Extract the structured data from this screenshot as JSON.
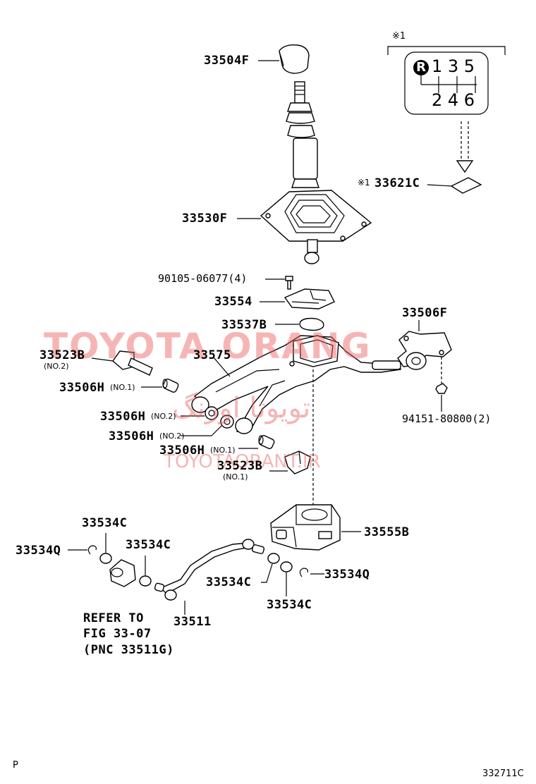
{
  "watermark": {
    "brand": "TOYOTA ORANG",
    "arabic": "تويوتا اورنگ",
    "site": "TOYOTAORANT.IR",
    "color": "#eb5a5a"
  },
  "shift_pattern": {
    "note_mark": "※1",
    "reverse": "R",
    "top_gears": "1 3 5",
    "bottom_gears": "2 4 6"
  },
  "parts": {
    "p33504F": "33504F",
    "p33530F": "33530F",
    "p33621C": "33621C",
    "p33621C_mark": "※1",
    "p90105": "90105-06077(4)",
    "p33554": "33554",
    "p33537B": "33537B",
    "p33506F": "33506F",
    "p33523B_a": "33523B",
    "p33523B_a_note": "(NO.2)",
    "p33575": "33575",
    "p33506H_a": "33506H",
    "p33506H_a_note": "(NO.1)",
    "p33506H_b": "33506H",
    "p33506H_b_note": "(NO.2)",
    "p33506H_c": "33506H",
    "p33506H_c_note": "(NO.2)",
    "p33506H_d": "33506H",
    "p33506H_d_note": "(NO.1)",
    "p94151": "94151-80800(2)",
    "p33523B_b": "33523B",
    "p33523B_b_note": "(NO.1)",
    "p33555B": "33555B",
    "p33534C_a": "33534C",
    "p33534Q_a": "33534Q",
    "p33534C_b": "33534C",
    "p33534Q_b": "33534Q",
    "p33534C_c": "33534C",
    "p33534C_d": "33534C",
    "p33511": "33511"
  },
  "refer_note": {
    "line1": "REFER TO",
    "line2": "FIG 33-07",
    "line3": "(PNC 33511G)"
  },
  "footer": {
    "left": "P",
    "right": "332711C"
  }
}
